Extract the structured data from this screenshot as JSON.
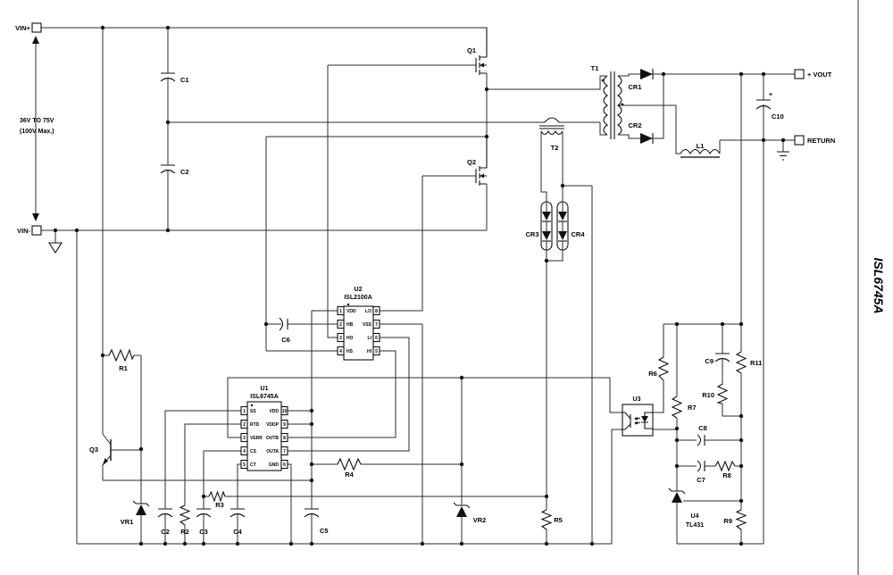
{
  "side_label": "ISL6745A",
  "terminals": {
    "vin_plus": "VIN+",
    "vin_minus": "VIN-",
    "vout": "+ VOUT",
    "ret": "RETURN"
  },
  "input_note": {
    "line1": "36V TO 75V",
    "line2": "(100V Max.)"
  },
  "refs": {
    "c1": "C1",
    "c2_input": "C2",
    "q1": "Q1",
    "q2": "Q2",
    "q3": "Q3",
    "r1": "R1",
    "vr1": "VR1",
    "c2_ss": "C2",
    "r2": "R2",
    "c3": "C3",
    "r3": "R3",
    "c4": "C4",
    "c5": "C5",
    "c6": "C6",
    "r4": "R4",
    "vr2": "VR2",
    "r5": "R5",
    "t1": "T1",
    "t2": "T2",
    "cr1": "CR1",
    "cr2": "CR2",
    "cr3": "CR3",
    "cr4": "CR4",
    "l1": "L1",
    "c10": "C10",
    "c10_polarity": "+",
    "r6": "R6",
    "r7": "R7",
    "r8": "R8",
    "r9": "R9",
    "r10": "R10",
    "r11": "R11",
    "c7": "C7",
    "c8": "C8",
    "c9": "C9"
  },
  "u1": {
    "ref": "U1",
    "part": "ISL6745A",
    "left": [
      {
        "n": "1",
        "t": "SS"
      },
      {
        "n": "2",
        "t": "RTD"
      },
      {
        "n": "3",
        "t": "VERR"
      },
      {
        "n": "4",
        "t": "CS"
      },
      {
        "n": "5",
        "t": "CT"
      }
    ],
    "right": [
      {
        "n": "10",
        "t": "VDD"
      },
      {
        "n": "9",
        "t": "VDDP"
      },
      {
        "n": "8",
        "t": "OUTB"
      },
      {
        "n": "7",
        "t": "OUTA"
      },
      {
        "n": "6",
        "t": "GND"
      }
    ]
  },
  "u2": {
    "ref": "U2",
    "part": "ISL2100A",
    "left": [
      {
        "n": "1",
        "t": "VDD"
      },
      {
        "n": "2",
        "t": "HB"
      },
      {
        "n": "3",
        "t": "HO"
      },
      {
        "n": "4",
        "t": "HS"
      }
    ],
    "right": [
      {
        "n": "8",
        "t": "LO"
      },
      {
        "n": "7",
        "t": "VSS"
      },
      {
        "n": "6",
        "t": "LI"
      },
      {
        "n": "5",
        "t": "HI"
      }
    ]
  },
  "u3": {
    "ref": "U3"
  },
  "u4": {
    "ref": "U4",
    "part": "TL431"
  }
}
